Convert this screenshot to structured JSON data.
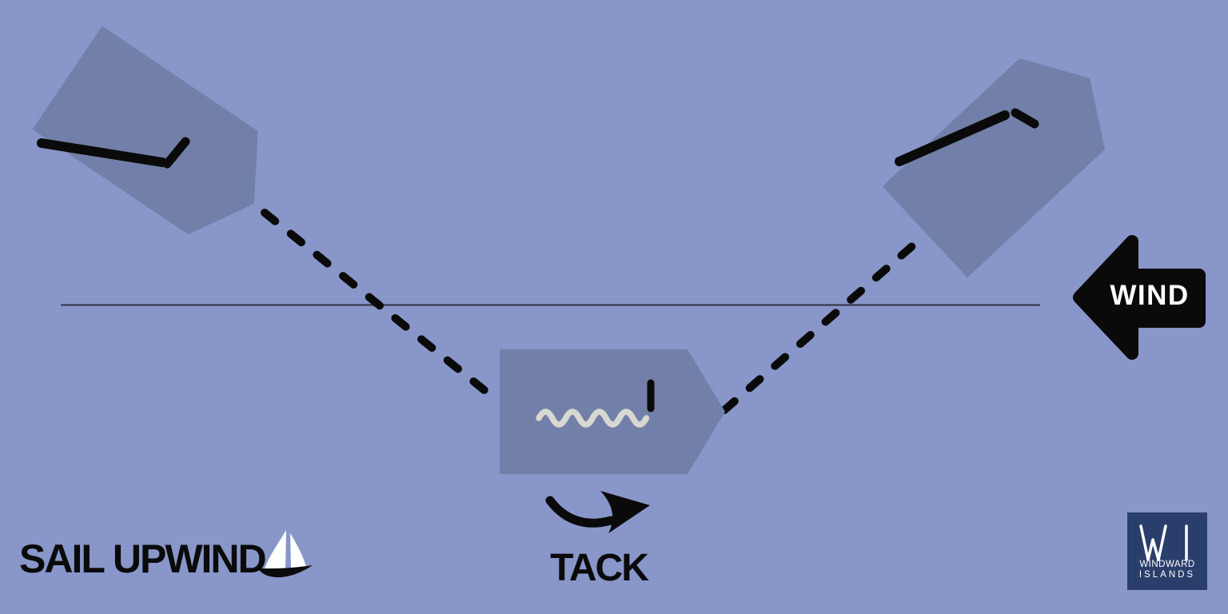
{
  "title": "SAIL UPWIND",
  "labels": {
    "wind": "WIND",
    "tack": "TACK"
  },
  "logo": {
    "monogram": "WI",
    "name_line1": "WINDWARD",
    "name_line2": "ISLANDS"
  },
  "colors": {
    "background": "#8896c9",
    "boat": "#7280a9",
    "ink": "#0a0a0a",
    "flapping_sail": "#d7d8d1",
    "wind_reference_line": "#32323e",
    "logo_background": "#2a3e6b",
    "white": "#ffffff"
  },
  "icons": {
    "wind_arrow": "left-pointing-arrow-icon",
    "tack_arrow": "curved-right-arrow-icon",
    "sailboat": "sailboat-icon",
    "logo_mark": "windward-islands-logo"
  }
}
